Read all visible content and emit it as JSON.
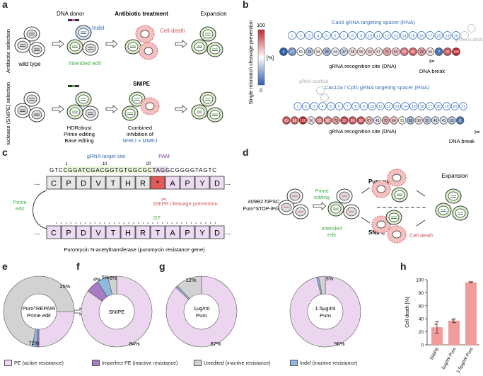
{
  "panels": {
    "a": "a",
    "b": "b",
    "c": "c",
    "d": "d",
    "e": "e",
    "f": "f",
    "g": "g",
    "h": "h"
  },
  "panel_a": {
    "row1_side": "Antibiotic selection",
    "row2_side": "Antinuclease (SNIPE) selection",
    "dna_donor": "DNA donor",
    "antibiotic_treatment": "Antibiotic treatment",
    "expansion": "Expansion",
    "indel": "Indel",
    "cell_death": "Cell death",
    "wild_type": "wild type",
    "intended_edit": "Intended edit",
    "snipe": "SNIPE",
    "hdr_lines": [
      "HDRobust",
      "Prime editing",
      "Base editing",
      "..."
    ],
    "combined_lines": [
      "Combined",
      "inhibition of"
    ],
    "nhej_mmej": "NHEJ + MMEJ"
  },
  "panel_b": {
    "colorbar_title": "Single mismatch cleavage prevention",
    "colorbar_unit": "[%]",
    "colorbar_max": "100",
    "colorbar_min": "0",
    "cas9_title": "Cas9 gRNA targeting spacer (RNA)",
    "cas12_title": "Cas12a / Cpf1 gRNA targeting spacer (RNA)",
    "grna_scaffold": "gRNA scaffold",
    "recognition_site": "gRNA recognition site (DNA)",
    "dna_break": "DNA break",
    "cas9_values": [
      0,
      17,
      50,
      33,
      54,
      28,
      44,
      37,
      58,
      56,
      60,
      57,
      71,
      64,
      82,
      86,
      73,
      56,
      7,
      90,
      100
    ],
    "cas12_values": [
      89,
      86,
      100,
      56,
      83,
      80,
      73,
      93,
      89,
      90,
      67,
      43,
      70,
      64,
      51,
      28,
      58,
      35,
      40,
      43,
      33,
      8
    ],
    "cas9_positions": [
      "1",
      "2",
      "3",
      "4",
      "5",
      "6",
      "7",
      "8",
      "9",
      "10",
      "11",
      "12",
      "13",
      "14",
      "15",
      "16",
      "17",
      "18",
      "19",
      "20"
    ],
    "cas12_positions": [
      "1",
      "2",
      "3",
      "4",
      "5",
      "6",
      "7",
      "8",
      "9",
      "10",
      "11",
      "12",
      "13",
      "14",
      "15",
      "16",
      "17",
      "18",
      "19",
      "20",
      "21"
    ]
  },
  "panel_c": {
    "grna_target_site": "gRNA target site",
    "pam": "PAM",
    "tick_1": "1",
    "tick_10": "10",
    "tick_20": "20",
    "dna_seq": "GTCCGGATCGACGGTGTGGCGCTAGGCGGGGTAGTC",
    "ellipsis": "...",
    "top_aa": [
      "C",
      "P",
      "D",
      "V",
      "T",
      "H",
      "R",
      "*",
      "A",
      "P",
      "Y",
      "D"
    ],
    "bottom_aa": [
      "C",
      "P",
      "D",
      "V",
      "T",
      "H",
      "R",
      "T",
      "A",
      "P",
      "Y",
      "D"
    ],
    "prime_edit": "Prime edit",
    "snipe_prevention": "SNIPE cleavage prevention",
    "gt": "GT",
    "caption": "Puromycin N-acetyltransferase (puromycin resistance gene)"
  },
  "panel_d": {
    "cell_line": "409B2 hiPSC",
    "reporter": "Puro^STOP-iPrime",
    "prime_editing": "Prime editing",
    "puromycin": "Puromycin",
    "expansion": "Expansion",
    "intended_edit": "Intended edit",
    "snipe": "SNIPE",
    "cell_death": "Cell death"
  },
  "donuts": [
    {
      "center": [
        "Puro^REPAIR",
        "Prime edit"
      ],
      "labels": [
        "25%",
        "72%"
      ]
    },
    {
      "center": [
        "SNIPE"
      ],
      "labels": [
        "84%",
        "4%",
        "5%",
        "6%"
      ]
    },
    {
      "center": [
        "1µg/ml",
        "Puro"
      ],
      "labels": [
        "87%",
        "12%"
      ]
    },
    {
      "center": [
        "1.5µg/ml",
        "Puro"
      ],
      "labels": [
        "96%",
        "3%"
      ]
    }
  ],
  "chart_data": [
    {
      "type": "pie",
      "title": "Puro^REPAIR Prime edit",
      "labels": [
        "PE (active resistance)",
        "Imperfect PE (inactive resistance)",
        "Unedited (inactive resistance)",
        "Indel (inactive resistance)"
      ],
      "values": [
        25,
        1,
        72,
        2
      ]
    },
    {
      "type": "pie",
      "title": "SNIPE",
      "labels": [
        "PE (active resistance)",
        "Imperfect PE (inactive resistance)",
        "Unedited (inactive resistance)",
        "Indel (inactive resistance)"
      ],
      "values": [
        84,
        6,
        4,
        5
      ]
    },
    {
      "type": "pie",
      "title": "1µg/ml Puro",
      "labels": [
        "PE (active resistance)",
        "Imperfect PE (inactive resistance)",
        "Unedited (inactive resistance)",
        "Indel (inactive resistance)"
      ],
      "values": [
        87,
        0,
        12,
        1
      ]
    },
    {
      "type": "pie",
      "title": "1.5µg/ml Puro",
      "labels": [
        "PE (active resistance)",
        "Imperfect PE (inactive resistance)",
        "Unedited (inactive resistance)",
        "Indel (inactive resistance)"
      ],
      "values": [
        96,
        0,
        3,
        1
      ]
    },
    {
      "type": "bar",
      "categories": [
        "SNIPE",
        "1µg/ml Puro",
        "1.5µg/ml Puro"
      ],
      "values": [
        27,
        37,
        96
      ],
      "errors": [
        9,
        3,
        1
      ],
      "ylabel": "Cell death [%]",
      "ylim": [
        0,
        100
      ],
      "yticks": [
        "0",
        "20",
        "40",
        "60",
        "80",
        "100"
      ]
    }
  ],
  "legend": [
    {
      "label": "PE (active resistance)",
      "color": "#ecd6ef"
    },
    {
      "label": "Imperfect PE (inactive resistance)",
      "color": "#a67cc4"
    },
    {
      "label": "Unedited (inactive resistance)",
      "color": "#d2d2d2"
    },
    {
      "label": "Indel (inactive resistance)",
      "color": "#8fb7e0"
    }
  ],
  "colors": {
    "pe": "#ecd6ef",
    "imperfect": "#a67cc4",
    "unedited": "#d2d2d2",
    "indel": "#8fb7e0",
    "bar": "#f29b9b",
    "blue": "#3a6fb8",
    "green": "#42b04a",
    "purple": "#7a3fa8",
    "red": "#d45a5a"
  }
}
